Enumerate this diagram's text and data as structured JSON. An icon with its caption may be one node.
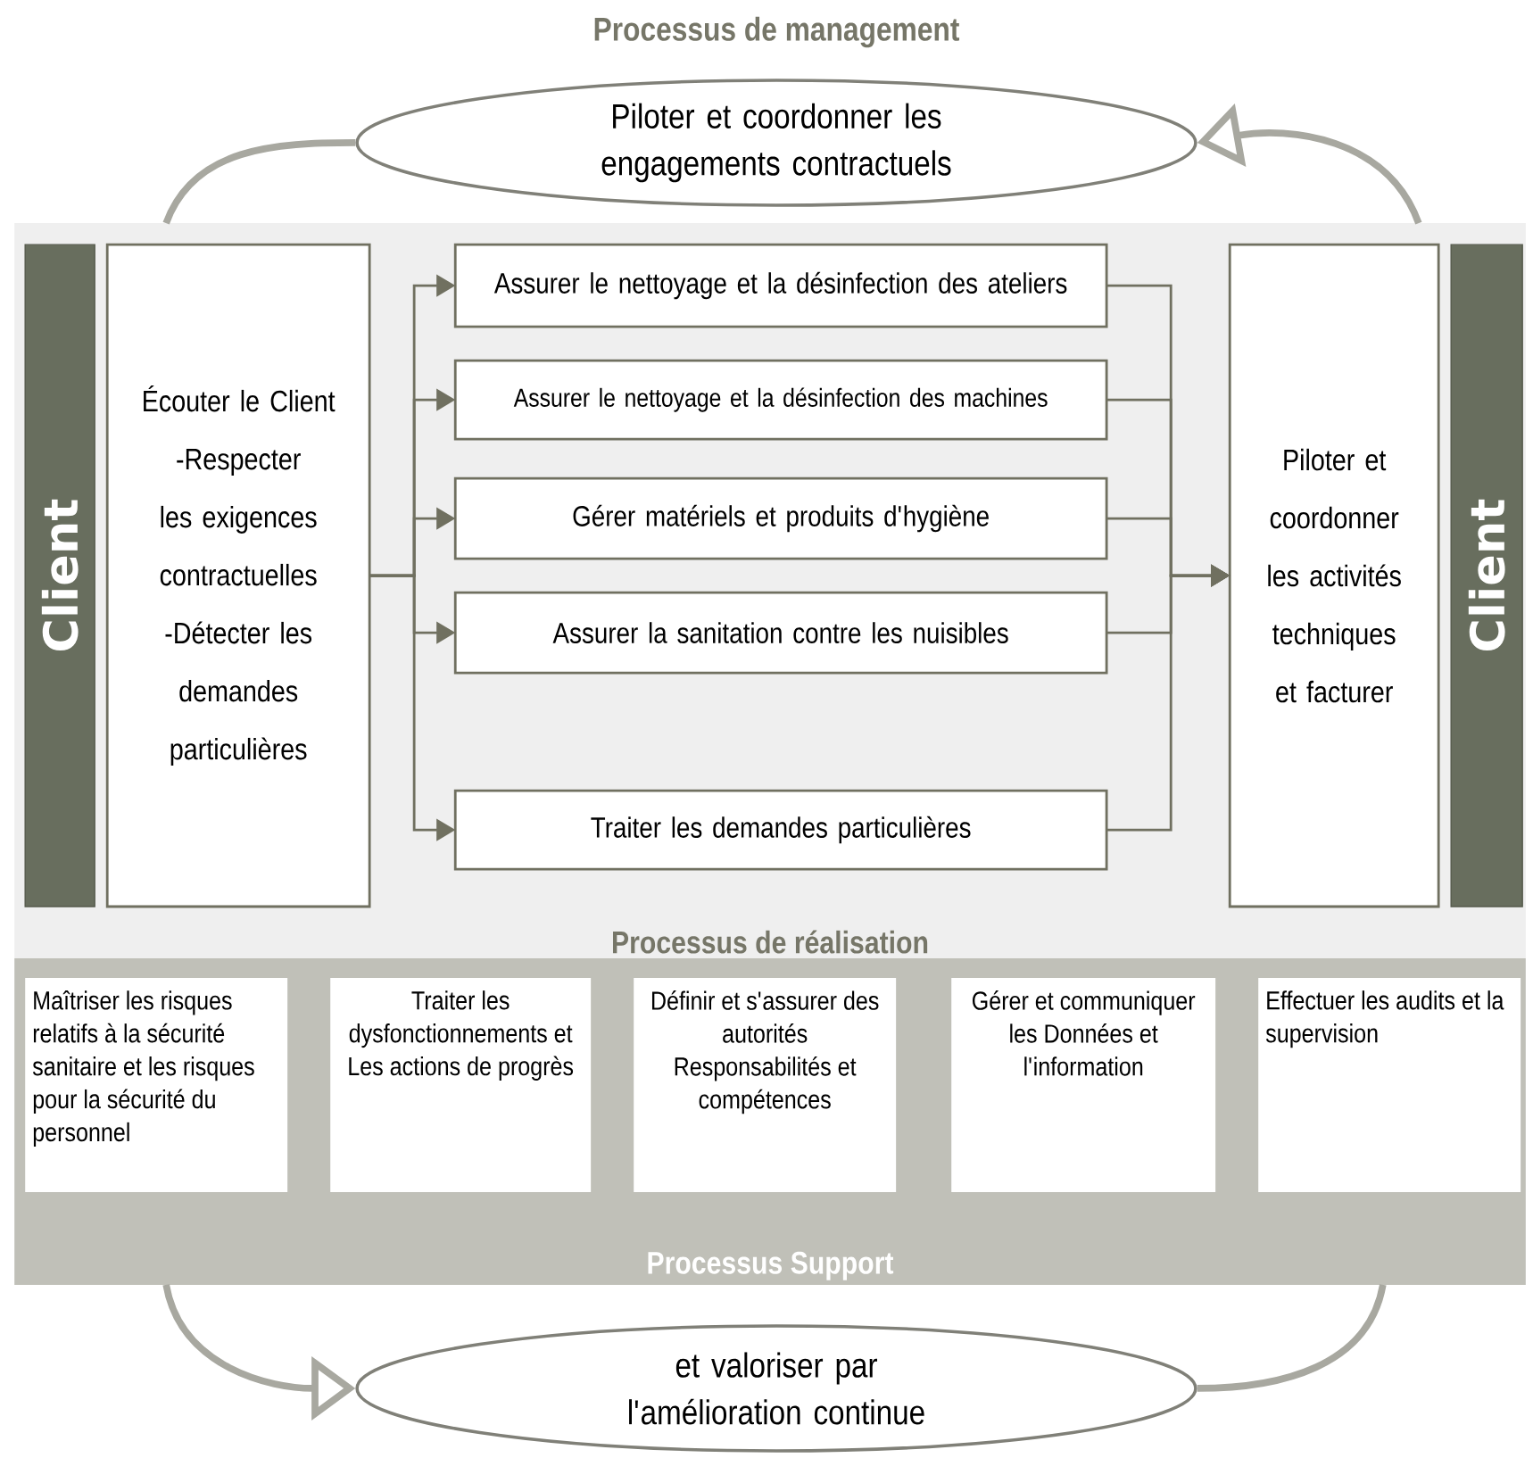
{
  "diagram": {
    "nodes": [
      {
        "text": [
          "Piloter et coordonner les engagements contractuels"
        ]
      },
      {
        "text": [
          "Processus de réalisation"
        ]
      },
      {
        "text": [
          "Client"
        ],
        "in": 1
      },
      {
        "text": [
          "Écouter le Client -Respecter les exigences contractuelles -Détecter les demandes particulières"
        ],
        "in": 1
      },
      {
        "text": [
          "Assurer le nettoyage et la désinfection des ateliers"
        ],
        "in": 1
      },
      {
        "text": [
          "Assurer le nettoyage et la désinfection des machines"
        ],
        "in": 1
      },
      {
        "text": [
          "Gérer matériels et produits d'hygiène"
        ],
        "in": 1
      },
      {
        "text": [
          "Assurer la sanitation contre les nuisibles"
        ],
        "in": 1
      },
      {
        "text": [
          "Traiter les demandes particulières"
        ],
        "in": 1
      },
      {
        "text": [
          "Piloter et coordonner les activités techniques et facturer"
        ],
        "in": 1
      },
      {
        "text": [
          "Client"
        ],
        "in": 1
      },
      {
        "text": [
          "Processus Support"
        ]
      },
      {
        "text": [
          "Maîtriser les risques relatifs à la sécurité sanitaire et les risques pour la sécurité du personnel"
        ],
        "in": 11
      },
      {
        "text": [
          "Traiter les dysfonctionnements et Les actions de progrès"
        ],
        "in": 11
      },
      {
        "text": [
          "Définir et s'assurer des autorités Responsabilités et compétences"
        ],
        "in": 11
      },
      {
        "text": [
          "Gérer et communiquer les Données et l'information"
        ],
        "in": 11
      },
      {
        "text": [
          "Effectuer les audits et la supervision"
        ],
        "in": 11
      },
      {
        "text": [
          "et valoriser par l'amélioration continue"
        ]
      }
    ],
    "edges": [
      {
        "from": 3,
        "to": 4,
        "arrow": "to"
      },
      {
        "from": 3,
        "to": 5,
        "arrow": "to"
      },
      {
        "from": 3,
        "to": 6,
        "arrow": "to"
      },
      {
        "from": 3,
        "to": 7,
        "arrow": "to"
      },
      {
        "from": 3,
        "to": 8,
        "arrow": "to"
      },
      {
        "from": 4,
        "to": 9,
        "arrow": "to"
      },
      {
        "from": 5,
        "to": 9,
        "arrow": "to"
      },
      {
        "from": 6,
        "to": 9,
        "arrow": "to"
      },
      {
        "from": 7,
        "to": 9,
        "arrow": "to"
      },
      {
        "from": 8,
        "to": 9,
        "arrow": "to"
      },
      {
        "from": 0,
        "to": 1,
        "arrow": "none",
        "style": "thick",
        "color": "#a8a8a0"
      },
      {
        "from": 1,
        "to": 0,
        "arrow": "to",
        "style": "thick",
        "color": "#a8a8a0"
      },
      {
        "from": 11,
        "to": 17,
        "arrow": "to",
        "style": "thick",
        "color": "#a8a8a0"
      },
      {
        "from": 17,
        "to": 11,
        "arrow": "none",
        "style": "thick",
        "color": "#a8a8a0"
      }
    ],
    "labels": [
      "Processus de management"
    ]
  }
}
